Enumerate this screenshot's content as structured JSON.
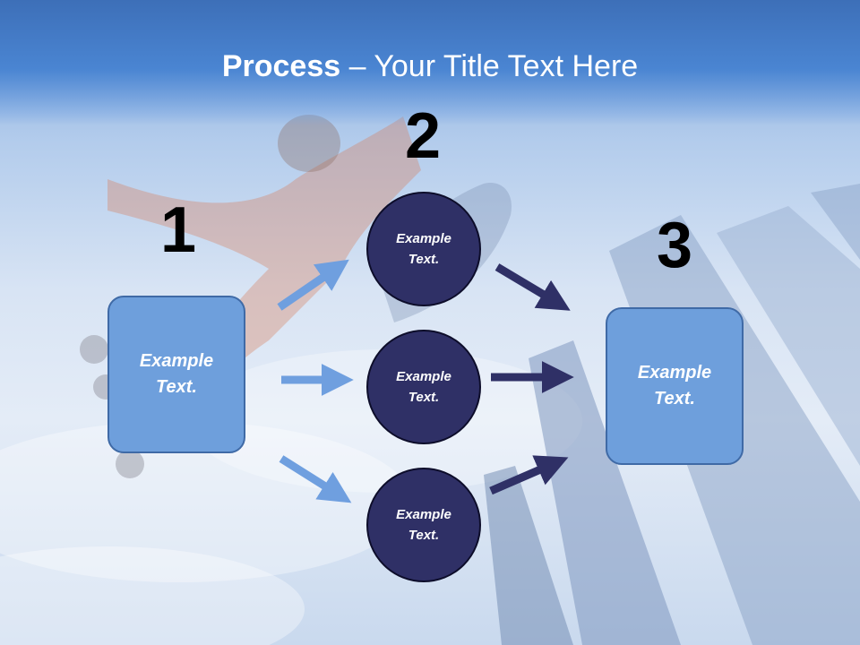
{
  "slide": {
    "title_bold": "Process",
    "title_rest": " – Your Title Text Here"
  },
  "steps": [
    {
      "number": "1",
      "text": "Example\nText."
    },
    {
      "number": "2",
      "items": [
        "Example\nText.",
        "Example\nText.",
        "Example\nText."
      ]
    },
    {
      "number": "3",
      "text": "Example\nText."
    }
  ],
  "colors": {
    "header": "#4a85d2",
    "box_fill": "#6e9fdc",
    "circle_fill": "#2f3066",
    "arrow_light": "#6f9fdf",
    "arrow_dark": "#2f3066"
  }
}
